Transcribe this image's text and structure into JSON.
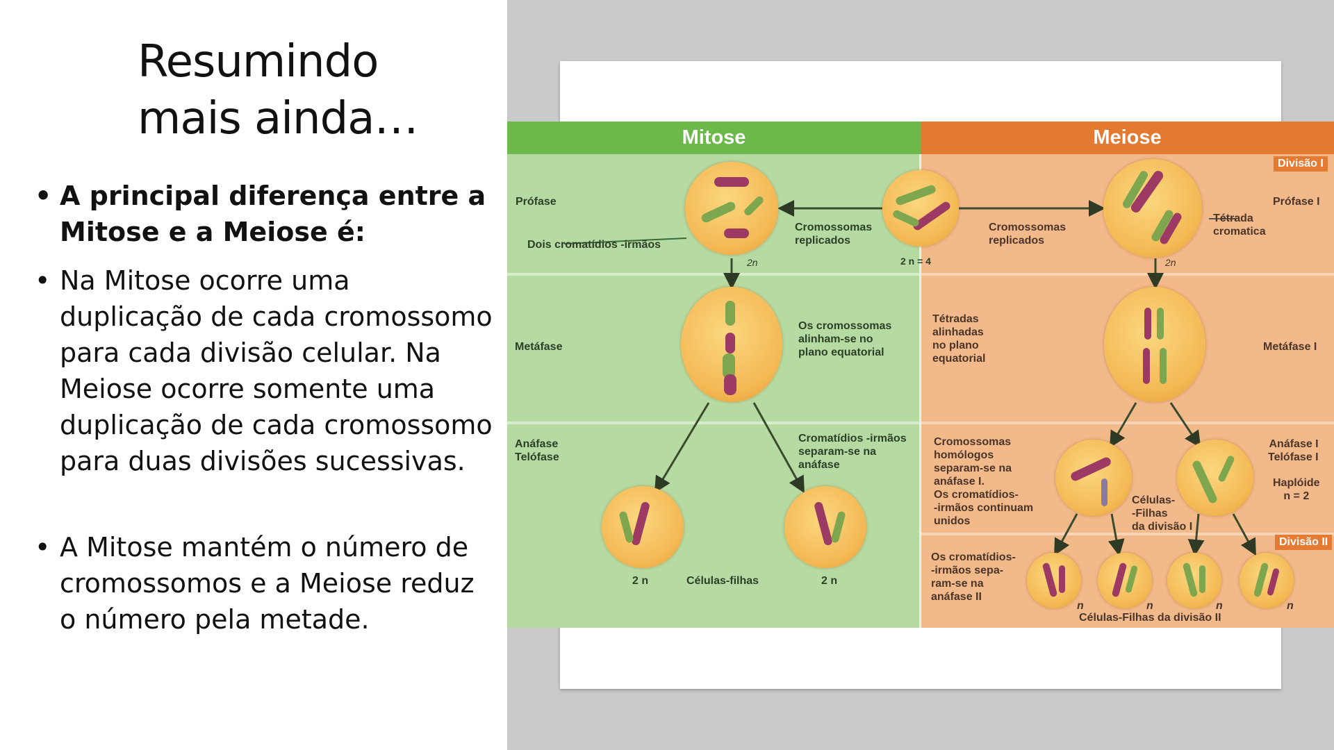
{
  "slide": {
    "title": "Resumindo\nmais ainda…",
    "bullets": [
      {
        "text": "A principal diferença entre a Mitose e a Meiose é:",
        "bold": true
      },
      {
        "text": " Na Mitose ocorre uma duplicação de cada cromossomo para cada divisão celular. Na Meiose ocorre somente uma duplicação de cada cromossomo para duas divisões sucessivas.",
        "bold": false
      },
      {
        "text": "A Mitose mantém o número de cromossomos e a Meiose reduz o número pela metade.",
        "bold": false
      }
    ],
    "bullet_symbol": "•"
  },
  "diagram": {
    "colors": {
      "mitose_header": "#6cb84b",
      "mitose_body": "#b6dba2",
      "meiose_header": "#e27a31",
      "meiose_body": "#f2b98b"
    },
    "mitose": {
      "header": "Mitose",
      "profase": "Prófase",
      "dois_cromatidios": "Dois cromatídios -irmãos",
      "ploidy_profase": "2n",
      "cromossomas_replicados": "Cromossomas\nreplicados",
      "metafase": "Metáfase",
      "metafase_note": "Os cromossomas\nalinham-se no\nplano equatorial",
      "anafase_telofase": "Anáfase\nTelófase",
      "anafase_note": "Cromatídios -irmãos\nseparam-se na\nanáfase",
      "daughter_ploidy_left": "2 n",
      "celulas_filhas": "Células-filhas",
      "daughter_ploidy_right": "2 n"
    },
    "center_ploidy": "2 n = 4",
    "meiose": {
      "header": "Meiose",
      "divisao_1": "Divisão I",
      "cromossomas_replicados": "Cromossomas\nreplicados",
      "tetrada": "Tétrada\ncromatica",
      "profase_1": "Prófase I",
      "ploidy_profase": "2n",
      "tetradas_note": "Tétradas\nalinhadas\nno plano\nequatorial",
      "metafase_1": "Metáfase  I",
      "homologos_note": "Cromossomas\nhomólogos\nseparam-se na\nanáfase I.\nOs cromatídios-\n-irmãos continuam\nunidos",
      "celulas_filhas_1": "Células-\n-Filhas\nda divisão I",
      "anafase_telofase_1": "Anáfase I\nTelófase I",
      "haploide": "Haplóide\nn = 2",
      "divisao_2": "Divisão II",
      "anafase_2_note": "Os cromatídios-\n-irmãos sepa-\nram-se na\nanáfase II",
      "n_labels": [
        "n",
        "n",
        "n",
        "n"
      ],
      "celulas_filhas_2": "Células-Filhas da divisão II"
    }
  }
}
